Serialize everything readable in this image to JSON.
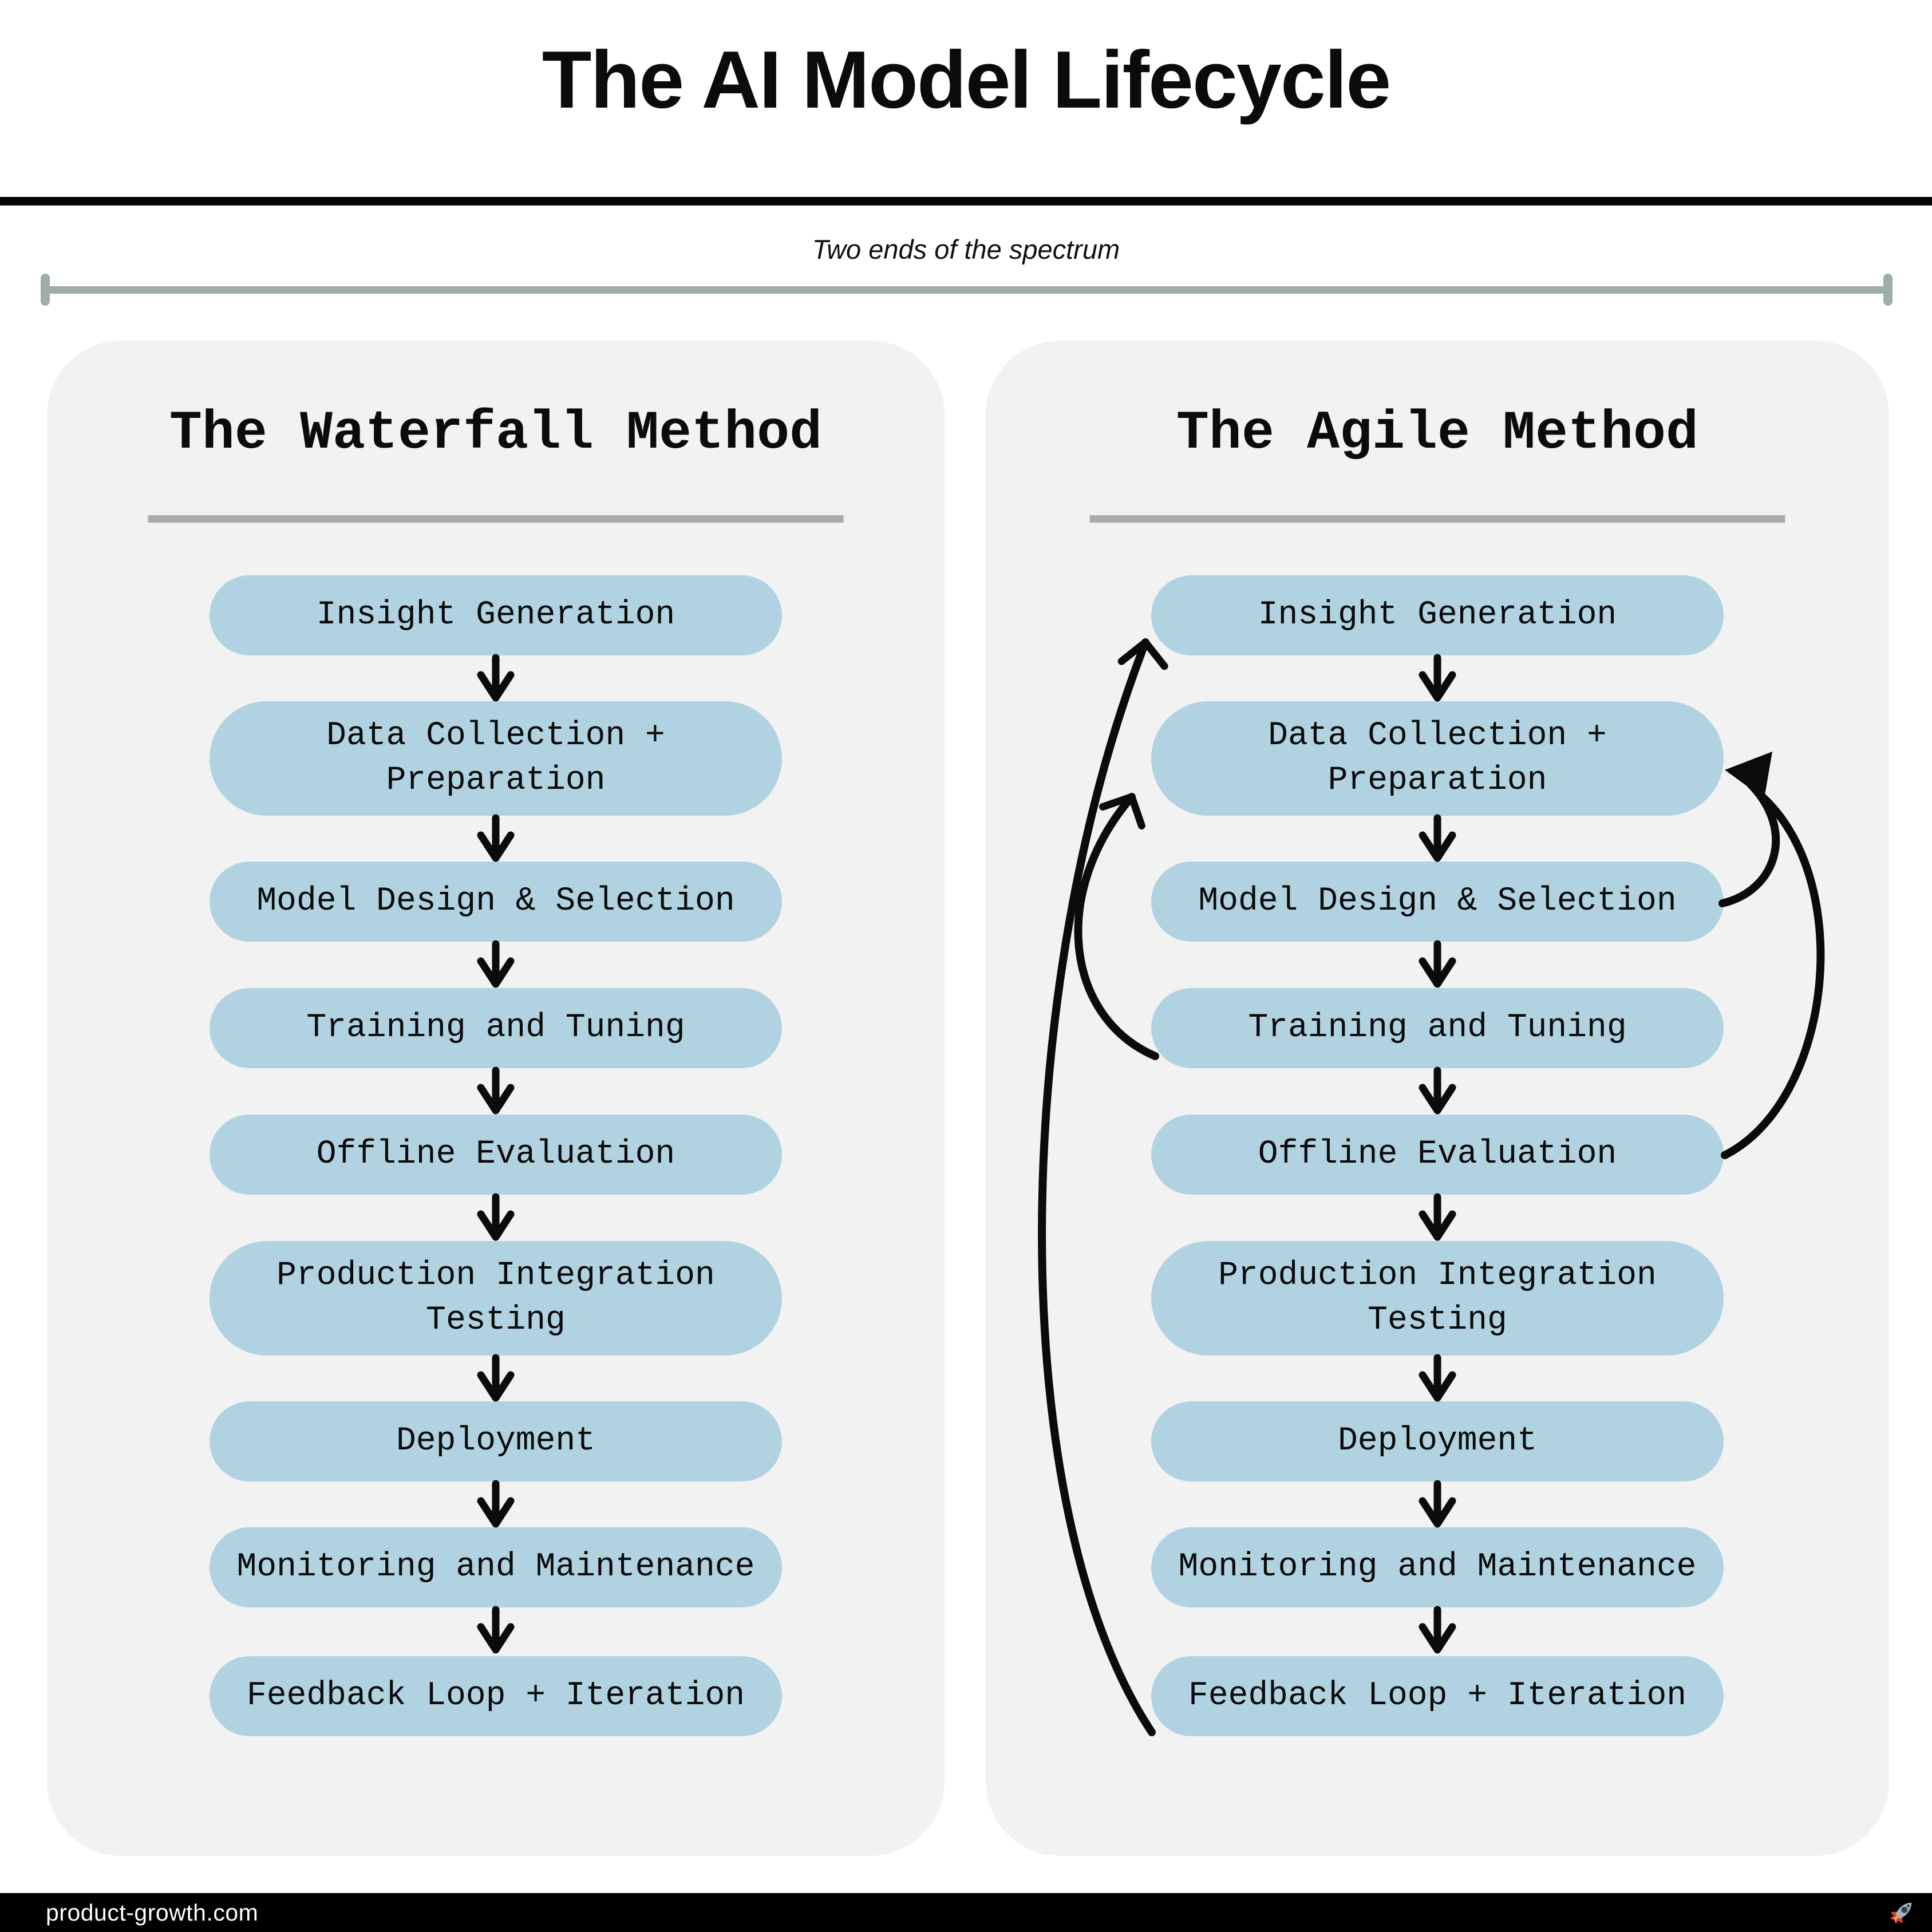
{
  "title": "The AI Model Lifecycle",
  "subtitle": "Two ends of the spectrum",
  "panels": {
    "waterfall": {
      "heading": "The Waterfall Method"
    },
    "agile": {
      "heading": "The Agile Method"
    }
  },
  "stages": [
    "Insight Generation",
    "Data Collection + Preparation",
    "Model Design & Selection",
    "Training and Tuning",
    "Offline Evaluation",
    "Production Integration Testing",
    "Deployment",
    "Monitoring and Maintenance",
    "Feedback Loop + Iteration"
  ],
  "agile_feedback_loops": [
    {
      "from": "Training and Tuning",
      "to": "Data Collection + Preparation",
      "side": "left"
    },
    {
      "from": "Feedback Loop + Iteration",
      "to": "Insight Generation",
      "side": "left"
    },
    {
      "from": "Model Design & Selection",
      "to": "Data Collection + Preparation",
      "side": "right"
    },
    {
      "from": "Offline Evaluation",
      "to": "Data Collection + Preparation",
      "side": "right"
    }
  ],
  "footer": {
    "site": "product-growth.com",
    "icon": "rocket-icon"
  },
  "colors": {
    "pill_blue": "#b1d3e1",
    "panel_gray": "#f2f2f3",
    "bracket_sage": "#9dada9",
    "underline_gray": "#ababab",
    "ink_black": "#0b0b0b",
    "footer_black": "#000000",
    "text_white": "#ffffff"
  }
}
